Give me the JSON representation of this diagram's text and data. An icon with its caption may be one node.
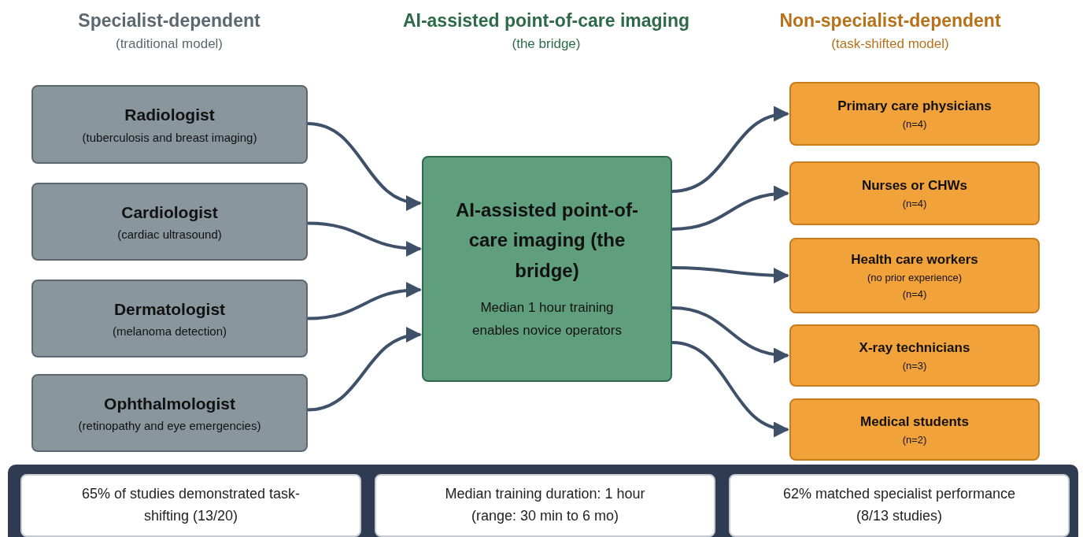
{
  "diagram": {
    "nodes": [
      {
        "text": [
          "Radiologist",
          "(tuberculosis and breast imaging)"
        ]
      },
      {
        "text": [
          "Cardiologist",
          "(cardiac ultrasound)"
        ]
      },
      {
        "text": [
          "Dermatologist",
          "(melanoma detection)"
        ]
      },
      {
        "text": [
          "Ophthalmologist",
          "(retinopathy and eye emergencies)"
        ]
      },
      {
        "text": [
          "AI-assisted point-of-care imaging (the bridge)",
          "Median 1 hour training enables novice operators"
        ]
      },
      {
        "text": [
          "Primary care physicians",
          "(n=4)"
        ]
      },
      {
        "text": [
          "Nurses or CHWs",
          "(n=4)"
        ]
      },
      {
        "text": [
          "Health care workers",
          "(no prior experience)",
          "(n=4)"
        ]
      },
      {
        "text": [
          "X-ray technicians",
          "(n=3)"
        ]
      },
      {
        "text": [
          "Medical students",
          "(n=2)"
        ]
      },
      {
        "text": [],
        "shape": "box"
      },
      {
        "text": [
          "65% of studies demonstrated task-shifting (13/20)"
        ],
        "in": 10
      },
      {
        "text": [
          "Median training duration: 1 hour (range: 30 min to 6 mo)"
        ],
        "in": 10
      },
      {
        "text": [
          "62% matched specialist performance (8/13 studies)"
        ],
        "in": 10
      }
    ],
    "edges": [
      {
        "from": 0,
        "to": 4,
        "arrow": "to"
      },
      {
        "from": 1,
        "to": 4,
        "arrow": "to"
      },
      {
        "from": 2,
        "to": 4,
        "arrow": "to"
      },
      {
        "from": 3,
        "to": 4,
        "arrow": "to"
      },
      {
        "from": 4,
        "to": 5,
        "arrow": "to"
      },
      {
        "from": 4,
        "to": 6,
        "arrow": "to"
      },
      {
        "from": 4,
        "to": 7,
        "arrow": "to"
      },
      {
        "from": 4,
        "to": 8,
        "arrow": "to"
      },
      {
        "from": 4,
        "to": 9,
        "arrow": "to"
      }
    ],
    "labels": [
      "Specialist-dependent",
      "(traditional model)",
      "AI-assisted point-of-care imaging",
      "(the bridge)",
      "Non-specialist-dependent",
      "(task-shifted model)"
    ]
  }
}
